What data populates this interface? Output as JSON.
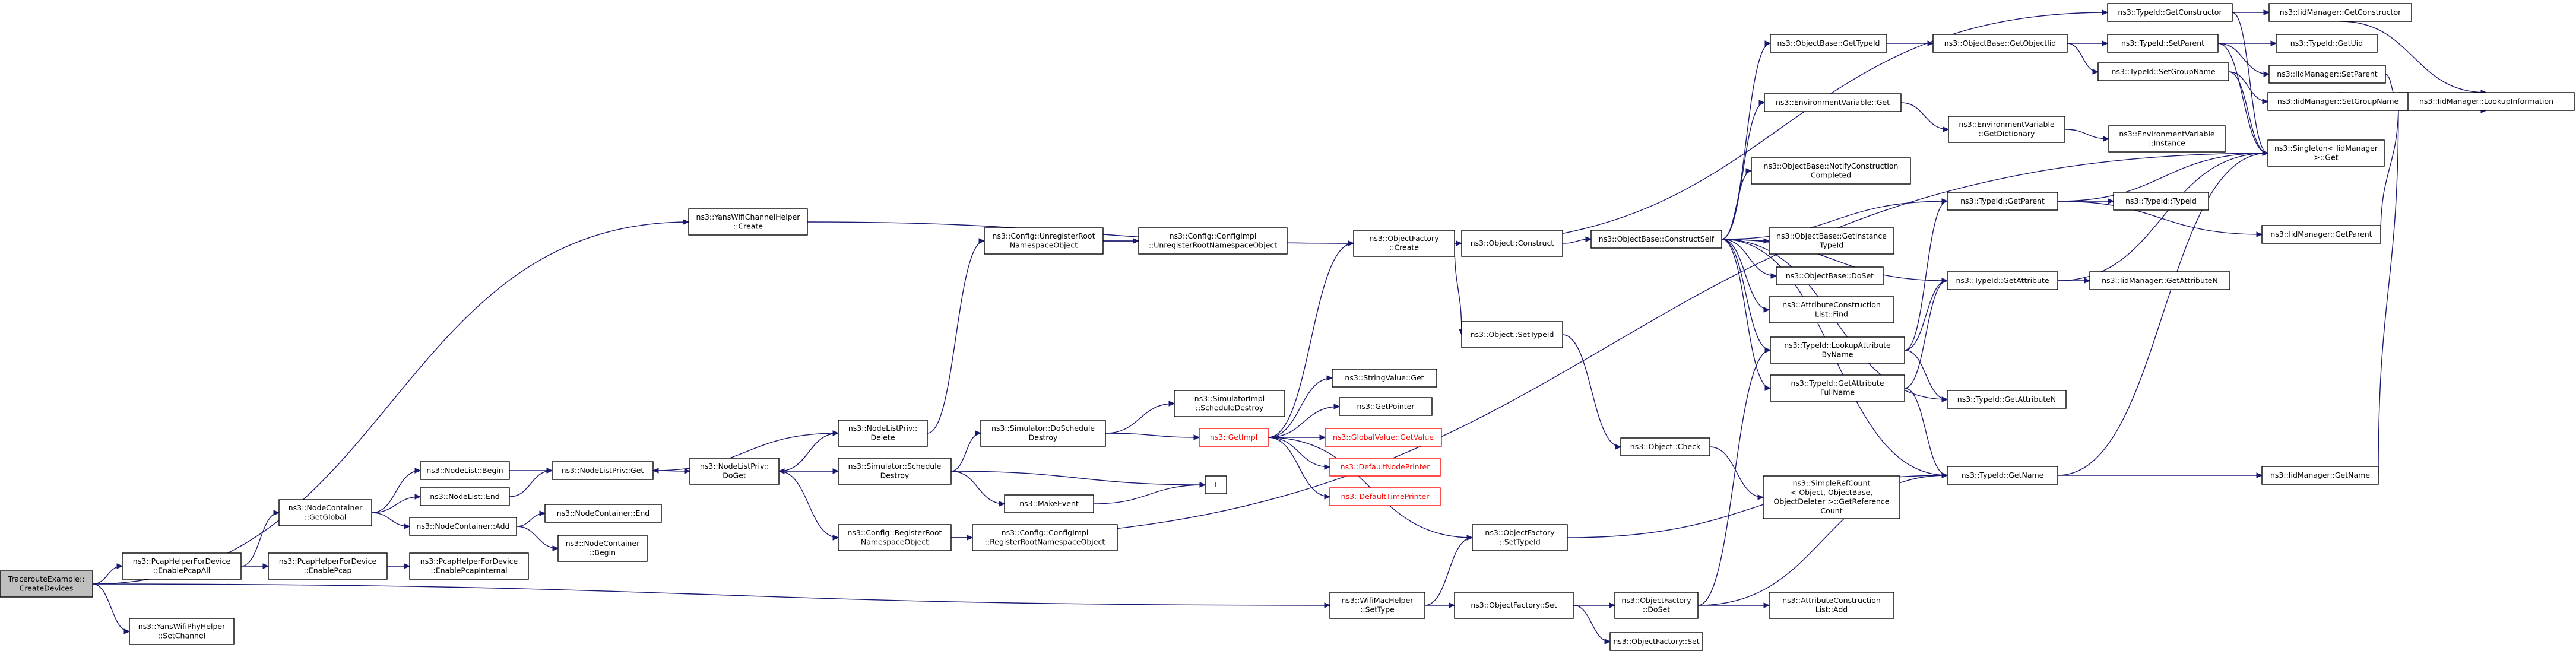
{
  "colors": {
    "edge": "#191970",
    "root_fill": "#bfbfbf",
    "node_border": "#000000",
    "missing_border": "#ff0000"
  },
  "nodes": [
    {
      "id": "root",
      "lines": [
        "TracerouteExample::",
        "CreateDevices"
      ],
      "root": true
    },
    {
      "id": "yanswifichannelcreate",
      "lines": [
        "ns3::YansWifiChannelHelper",
        "::Create"
      ]
    },
    {
      "id": "pcapall",
      "lines": [
        "ns3::PcapHelperForDevice",
        "::EnablePcapAll"
      ]
    },
    {
      "id": "wifimacsettype",
      "lines": [
        "ns3::WifiMacHelper",
        "::SetType"
      ]
    },
    {
      "id": "yansphysetchannel",
      "lines": [
        "ns3::YansWifiPhyHelper",
        "::SetChannel"
      ]
    },
    {
      "id": "objfactorycreate",
      "lines": [
        "ns3::ObjectFactory",
        "::Create"
      ]
    },
    {
      "id": "nodecontainergetglobal",
      "lines": [
        "ns3::NodeContainer",
        "::GetGlobal"
      ]
    },
    {
      "id": "pcapenable",
      "lines": [
        "ns3::PcapHelperForDevice",
        "::EnablePcap"
      ]
    },
    {
      "id": "pcapinternal",
      "lines": [
        "ns3::PcapHelperForDevice",
        "::EnablePcapInternal"
      ]
    },
    {
      "id": "configregister",
      "lines": [
        "ns3::Config::RegisterRoot",
        "NamespaceObject"
      ]
    },
    {
      "id": "objfactorysettypeid",
      "lines": [
        "ns3::ObjectFactory",
        "::SetTypeId"
      ]
    },
    {
      "id": "objfactoryset",
      "lines": [
        "ns3::ObjectFactory::Set"
      ]
    },
    {
      "id": "objectconstruct",
      "lines": [
        "ns3::Object::Construct"
      ]
    },
    {
      "id": "objectsettypeid",
      "lines": [
        "ns3::Object::SetTypeId"
      ]
    },
    {
      "id": "nodelistbegin",
      "lines": [
        "ns3::NodeList::Begin"
      ]
    },
    {
      "id": "nodelistend",
      "lines": [
        "ns3::NodeList::End"
      ]
    },
    {
      "id": "nodecontaineradd",
      "lines": [
        "ns3::NodeContainer::Add"
      ]
    },
    {
      "id": "nodecontainerend",
      "lines": [
        "ns3::NodeContainer::End"
      ]
    },
    {
      "id": "nodecontainerbegin",
      "lines": [
        "ns3::NodeContainer",
        "::Begin"
      ]
    },
    {
      "id": "configimplregister",
      "lines": [
        "ns3::Config::ConfigImpl",
        "::RegisterRootNamespaceObject"
      ]
    },
    {
      "id": "typeidgetname",
      "lines": [
        "ns3::TypeId::GetName"
      ]
    },
    {
      "id": "singletonget",
      "lines": [
        "ns3::Singleton< IidManager",
        " >::Get"
      ]
    },
    {
      "id": "objfactorydoset",
      "lines": [
        "ns3::ObjectFactory",
        "::DoSet"
      ]
    },
    {
      "id": "objfactoryset2",
      "lines": [
        "ns3::ObjectFactory::Set"
      ]
    },
    {
      "id": "objectbaseconstructself",
      "lines": [
        "ns3::ObjectBase::ConstructSelf"
      ]
    },
    {
      "id": "objectcheck",
      "lines": [
        "ns3::Object::Check"
      ]
    },
    {
      "id": "nodelistprivget",
      "lines": [
        "ns3::NodeListPriv::Get"
      ]
    },
    {
      "id": "iidgetname",
      "lines": [
        "ns3::IidManager::GetName"
      ]
    },
    {
      "id": "attrconstructionadd",
      "lines": [
        "ns3::AttributeConstruction",
        "List::Add"
      ]
    },
    {
      "id": "typeidlookupattr",
      "lines": [
        "ns3::TypeId::LookupAttribute",
        "ByName"
      ]
    },
    {
      "id": "objectbasegettypeid",
      "lines": [
        "ns3::ObjectBase::GetTypeId"
      ]
    },
    {
      "id": "envget",
      "lines": [
        "ns3::EnvironmentVariable::Get"
      ]
    },
    {
      "id": "notifyconstruction",
      "lines": [
        "ns3::ObjectBase::NotifyConstruction",
        "Completed"
      ]
    },
    {
      "id": "typeidgetparent",
      "lines": [
        "ns3::TypeId::GetParent"
      ]
    },
    {
      "id": "getinstancetypeid",
      "lines": [
        "ns3::ObjectBase::GetInstance",
        "TypeId"
      ]
    },
    {
      "id": "objectbasedoset",
      "lines": [
        "ns3::ObjectBase::DoSet"
      ]
    },
    {
      "id": "attrconstructionfind",
      "lines": [
        "ns3::AttributeConstruction",
        "List::Find"
      ]
    },
    {
      "id": "typeidgetattribute",
      "lines": [
        "ns3::TypeId::GetAttribute"
      ]
    },
    {
      "id": "typeidgetattrfullname",
      "lines": [
        "ns3::TypeId::GetAttribute",
        "FullName"
      ]
    },
    {
      "id": "typeidgetattributen",
      "lines": [
        "ns3::TypeId::GetAttributeN"
      ]
    },
    {
      "id": "simplerefcount",
      "lines": [
        "ns3::SimpleRefCount",
        "< Object, ObjectBase,",
        "ObjectDeleter >::GetReference",
        "Count"
      ]
    },
    {
      "id": "nodelistprivdoget",
      "lines": [
        "ns3::NodeListPriv::",
        "DoGet"
      ]
    },
    {
      "id": "iidlookupinfo",
      "lines": [
        "ns3::IidManager::LookupInformation"
      ]
    },
    {
      "id": "nodelistprivdelete",
      "lines": [
        "ns3::NodeListPriv::",
        "Delete"
      ]
    },
    {
      "id": "simscheduledestroy",
      "lines": [
        "ns3::Simulator::Schedule",
        "Destroy"
      ]
    },
    {
      "id": "configunregister",
      "lines": [
        "ns3::Config::UnregisterRoot",
        "NamespaceObject"
      ]
    },
    {
      "id": "simdodestroy",
      "lines": [
        "ns3::Simulator::DoSchedule",
        "Destroy"
      ]
    },
    {
      "id": "getimpl",
      "lines": [
        "ns3::GetImpl"
      ],
      "red": true
    },
    {
      "id": "stringvalueget",
      "lines": [
        "ns3::StringValue::Get"
      ]
    },
    {
      "id": "getpointer",
      "lines": [
        "ns3::GetPointer"
      ]
    },
    {
      "id": "globalvaluegetvalue",
      "lines": [
        "ns3::GlobalValue::GetValue"
      ],
      "red": true
    },
    {
      "id": "defaultnodeprinter",
      "lines": [
        "ns3::DefaultNodePrinter"
      ],
      "red": true
    },
    {
      "id": "defaulttimeprinter",
      "lines": [
        "ns3::DefaultTimePrinter"
      ],
      "red": true
    },
    {
      "id": "simimplscheduledestroy",
      "lines": [
        "ns3::SimulatorImpl",
        "::ScheduleDestroy"
      ]
    },
    {
      "id": "makeevent",
      "lines": [
        "ns3::MakeEvent"
      ]
    },
    {
      "id": "unknown",
      "lines": [
        "T"
      ]
    },
    {
      "id": "configimplunregister",
      "lines": [
        "ns3::Config::ConfigImpl",
        "::UnregisterRootNamespaceObject"
      ]
    },
    {
      "id": "objectbasegetobjectiid",
      "lines": [
        "ns3::ObjectBase::GetObjectIid"
      ]
    },
    {
      "id": "typeidsetparent",
      "lines": [
        "ns3::TypeId::SetParent"
      ]
    },
    {
      "id": "typeidsetgroupname",
      "lines": [
        "ns3::TypeId::SetGroupName"
      ]
    },
    {
      "id": "typeidgetconstructor",
      "lines": [
        "ns3::TypeId::GetConstructor"
      ]
    },
    {
      "id": "iidgetconstructor",
      "lines": [
        "ns3::IidManager::GetConstructor"
      ]
    },
    {
      "id": "typeidgetuid",
      "lines": [
        "ns3::TypeId::GetUid"
      ]
    },
    {
      "id": "iidsetparent",
      "lines": [
        "ns3::IidManager::SetParent"
      ]
    },
    {
      "id": "iidsetgroupname",
      "lines": [
        "ns3::IidManager::SetGroupName"
      ]
    },
    {
      "id": "envgetdictionary",
      "lines": [
        "ns3::EnvironmentVariable",
        "::GetDictionary"
      ]
    },
    {
      "id": "envinstance",
      "lines": [
        "ns3::EnvironmentVariable",
        "::Instance"
      ]
    },
    {
      "id": "typeidtypeid",
      "lines": [
        "ns3::TypeId::TypeId"
      ]
    },
    {
      "id": "iidgetparent",
      "lines": [
        "ns3::IidManager::GetParent"
      ]
    },
    {
      "id": "iidgetattributen",
      "lines": [
        "ns3::IidManager::GetAttributeN"
      ]
    }
  ],
  "edges": [
    [
      "root",
      "yanswifichannelcreate"
    ],
    [
      "root",
      "pcapall"
    ],
    [
      "root",
      "wifimacsettype"
    ],
    [
      "root",
      "yansphysetchannel"
    ],
    [
      "yanswifichannelcreate",
      "objfactorycreate"
    ],
    [
      "pcapall",
      "nodecontainergetglobal"
    ],
    [
      "pcapall",
      "pcapenable"
    ],
    [
      "pcapenable",
      "pcapinternal"
    ],
    [
      "nodecontainergetglobal",
      "nodelistbegin"
    ],
    [
      "nodecontainergetglobal",
      "nodelistend"
    ],
    [
      "nodecontainergetglobal",
      "nodecontaineradd"
    ],
    [
      "nodelistbegin",
      "nodelistprivget"
    ],
    [
      "nodelistend",
      "nodelistprivget"
    ],
    [
      "nodecontaineradd",
      "nodecontainerend"
    ],
    [
      "nodecontaineradd",
      "nodecontainerbegin"
    ],
    [
      "nodelistprivget",
      "nodelistprivdoget"
    ],
    [
      "nodelistprivdoget",
      "nodelistprivdelete"
    ],
    [
      "nodelistprivdoget",
      "simscheduledestroy"
    ],
    [
      "nodelistprivdoget",
      "configregister"
    ],
    [
      "nodelistprivdelete",
      "nodelistprivget"
    ],
    [
      "nodelistprivdelete",
      "nodelistprivdoget"
    ],
    [
      "nodelistprivdelete",
      "configunregister"
    ],
    [
      "configunregister",
      "configimplunregister"
    ],
    [
      "configunregister",
      "objfactorycreate"
    ],
    [
      "simscheduledestroy",
      "simdodestroy"
    ],
    [
      "simscheduledestroy",
      "makeevent"
    ],
    [
      "simscheduledestroy",
      "unknown"
    ],
    [
      "simdodestroy",
      "simimplscheduledestroy"
    ],
    [
      "simdodestroy",
      "getimpl"
    ],
    [
      "makeevent",
      "unknown"
    ],
    [
      "getimpl",
      "stringvalueget"
    ],
    [
      "getimpl",
      "getpointer"
    ],
    [
      "getimpl",
      "globalvaluegetvalue"
    ],
    [
      "getimpl",
      "defaultnodeprinter"
    ],
    [
      "getimpl",
      "defaulttimeprinter"
    ],
    [
      "getimpl",
      "objfactorycreate"
    ],
    [
      "getimpl",
      "objfactorysettypeid"
    ],
    [
      "configregister",
      "configimplregister"
    ],
    [
      "configregister",
      "singletonget"
    ],
    [
      "wifimacsettype",
      "objfactorysettypeid"
    ],
    [
      "wifimacsettype",
      "objfactoryset"
    ],
    [
      "objfactoryset",
      "objfactorydoset"
    ],
    [
      "objfactoryset",
      "objfactoryset2"
    ],
    [
      "objfactorydoset",
      "attrconstructionadd"
    ],
    [
      "objfactorydoset",
      "typeidlookupattr"
    ],
    [
      "objfactorydoset",
      "typeidgetname"
    ],
    [
      "objfactorysettypeid",
      "typeidgetname"
    ],
    [
      "objfactorycreate",
      "objectconstruct"
    ],
    [
      "objfactorycreate",
      "objectsettypeid"
    ],
    [
      "objfactorycreate",
      "typeidgetconstructor"
    ],
    [
      "objectconstruct",
      "objectbaseconstructself"
    ],
    [
      "objectsettypeid",
      "objectcheck"
    ],
    [
      "objectcheck",
      "simplerefcount"
    ],
    [
      "objectbaseconstructself",
      "objectbasegettypeid"
    ],
    [
      "objectbaseconstructself",
      "envget"
    ],
    [
      "objectbaseconstructself",
      "notifyconstruction"
    ],
    [
      "objectbaseconstructself",
      "getinstancetypeid"
    ],
    [
      "objectbaseconstructself",
      "objectbasedoset"
    ],
    [
      "objectbaseconstructself",
      "attrconstructionfind"
    ],
    [
      "objectbaseconstructself",
      "typeidlookupattr"
    ],
    [
      "objectbaseconstructself",
      "typeidgetattrfullname"
    ],
    [
      "objectbaseconstructself",
      "typeidgetparent"
    ],
    [
      "objectbaseconstructself",
      "typeidgetattribute"
    ],
    [
      "objectbaseconstructself",
      "typeidgetattributen"
    ],
    [
      "objectbaseconstructself",
      "typeidgetname"
    ],
    [
      "objectbasegettypeid",
      "objectbasegetobjectiid"
    ],
    [
      "objectbasegetobjectiid",
      "typeidsetparent"
    ],
    [
      "objectbasegetobjectiid",
      "typeidsetgroupname"
    ],
    [
      "typeidsetparent",
      "typeidgetuid"
    ],
    [
      "typeidsetparent",
      "iidsetparent"
    ],
    [
      "typeidsetparent",
      "singletonget"
    ],
    [
      "typeidsetgroupname",
      "iidsetgroupname"
    ],
    [
      "typeidsetgroupname",
      "singletonget"
    ],
    [
      "typeidgetconstructor",
      "iidgetconstructor"
    ],
    [
      "typeidgetconstructor",
      "singletonget"
    ],
    [
      "iidgetconstructor",
      "iidlookupinfo"
    ],
    [
      "iidsetparent",
      "iidlookupinfo"
    ],
    [
      "iidsetgroupname",
      "iidlookupinfo"
    ],
    [
      "envget",
      "envgetdictionary"
    ],
    [
      "envgetdictionary",
      "envinstance"
    ],
    [
      "typeidgetparent",
      "typeidtypeid"
    ],
    [
      "typeidgetparent",
      "iidgetparent"
    ],
    [
      "typeidgetparent",
      "singletonget"
    ],
    [
      "iidgetparent",
      "iidlookupinfo"
    ],
    [
      "typeidlookupattr",
      "typeidgetparent"
    ],
    [
      "typeidlookupattr",
      "typeidgetattribute"
    ],
    [
      "typeidlookupattr",
      "typeidgetattributen"
    ],
    [
      "typeidgetattrfullname",
      "typeidgetattribute"
    ],
    [
      "typeidgetattrfullname",
      "typeidgetname"
    ],
    [
      "typeidgetattribute",
      "iidgetattributen"
    ],
    [
      "typeidgetattribute",
      "singletonget"
    ],
    [
      "typeidgetname",
      "iidgetname"
    ],
    [
      "typeidgetname",
      "singletonget"
    ],
    [
      "iidgetname",
      "iidlookupinfo"
    ]
  ]
}
